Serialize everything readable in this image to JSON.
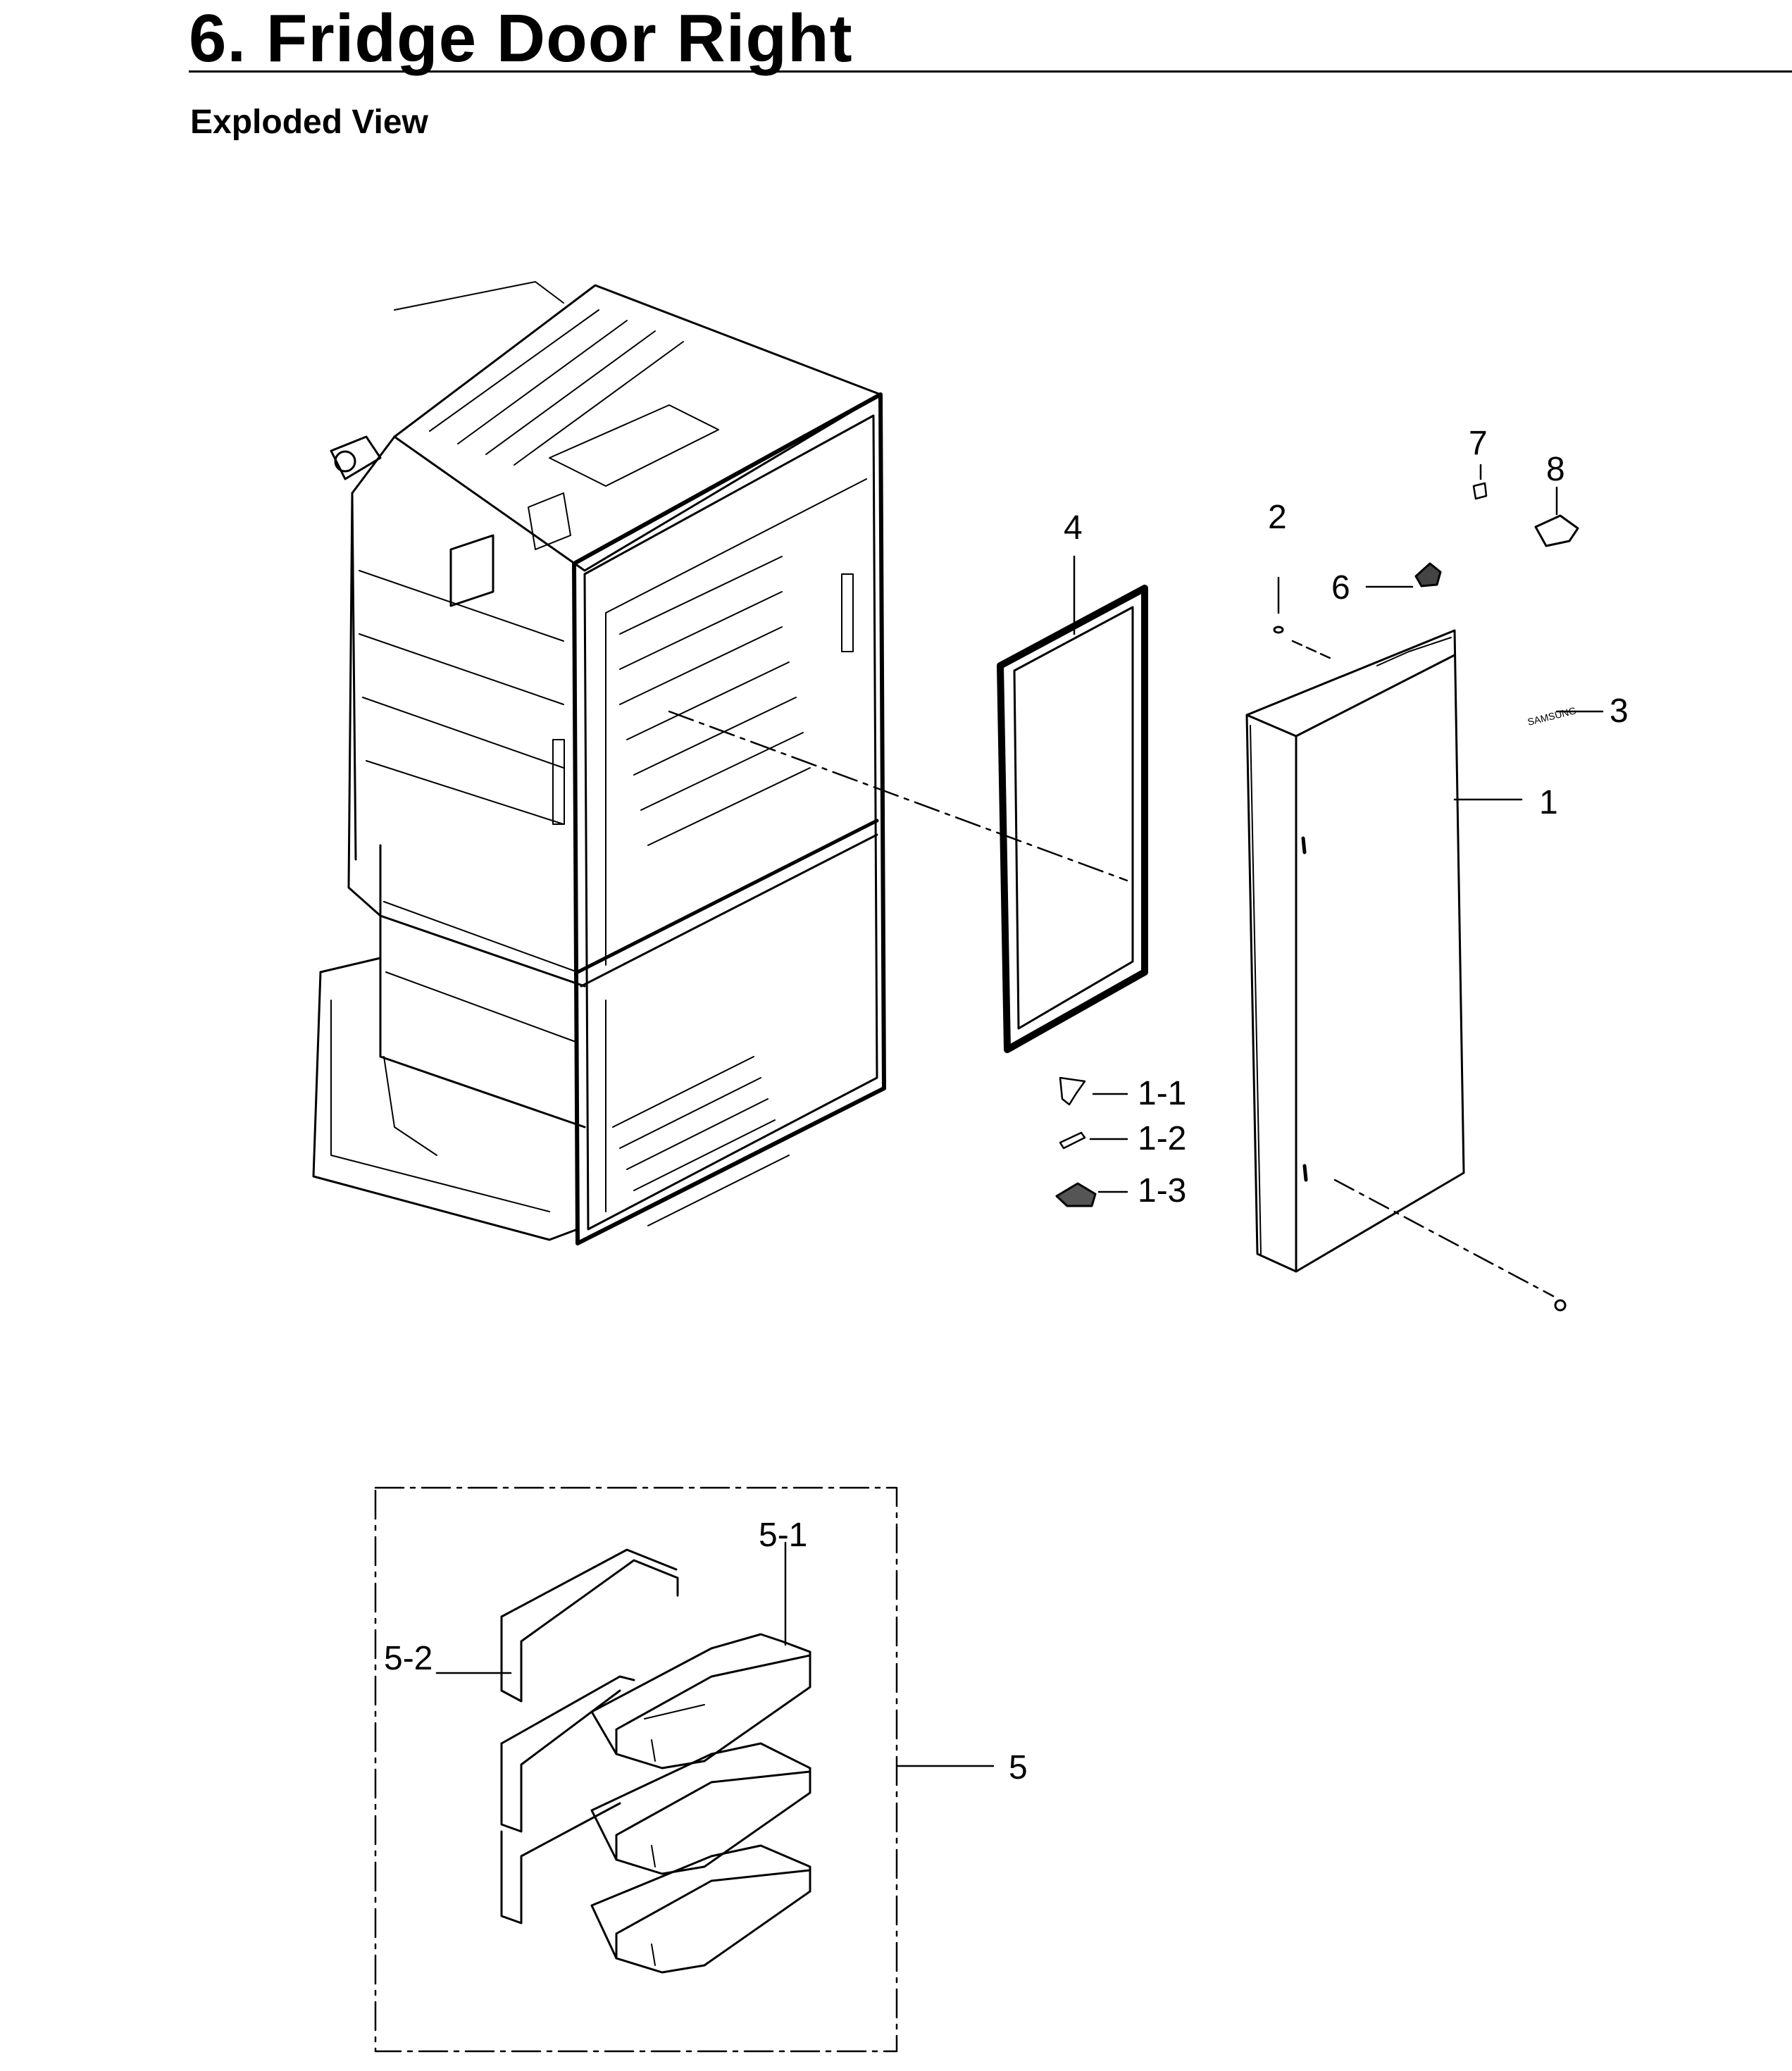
{
  "header": {
    "title": "6.  Fridge Door Right",
    "subtitle": "Exploded View"
  },
  "callouts": {
    "c1": "1",
    "c1_1": "1-1",
    "c1_2": "1-2",
    "c1_3": "1-3",
    "c2": "2",
    "c3": "3",
    "c4": "4",
    "c5": "5",
    "c5_1": "5-1",
    "c5_2": "5-2",
    "c6": "6",
    "c7": "7",
    "c8": "8"
  },
  "door_logo_text": "SAMSUNG",
  "colors": {
    "line": "#000000",
    "background": "#ffffff"
  }
}
